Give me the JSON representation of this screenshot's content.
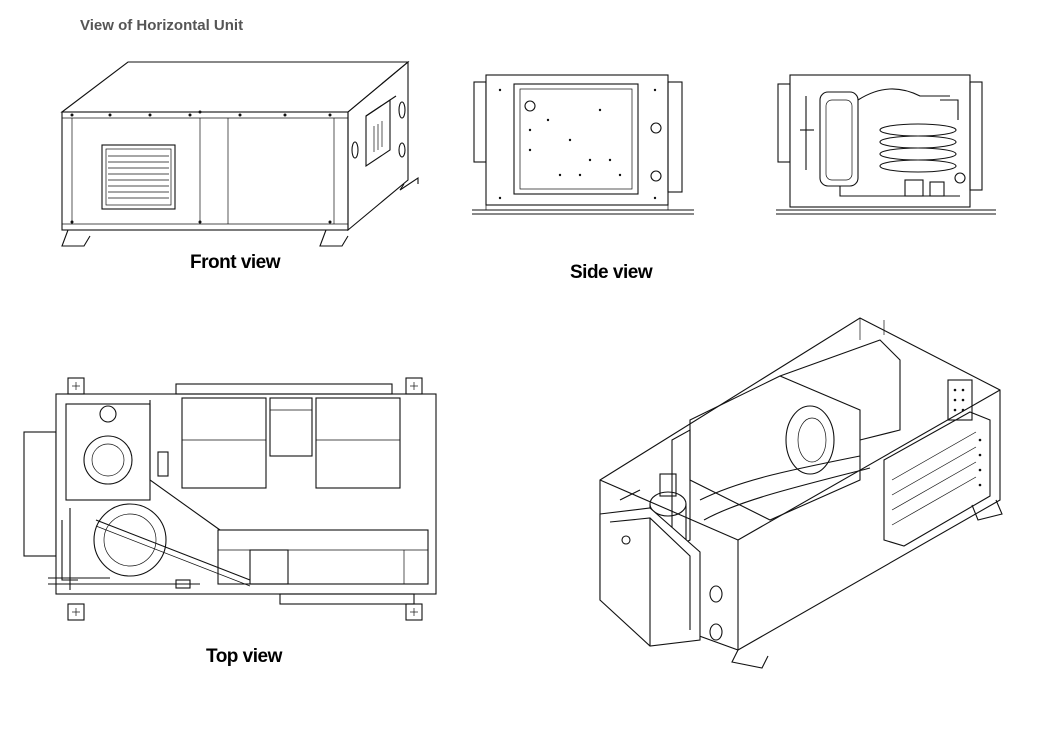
{
  "title": "View of Horizontal Unit",
  "captions": {
    "front": "Front view",
    "side": "Side view",
    "top": "Top view"
  }
}
